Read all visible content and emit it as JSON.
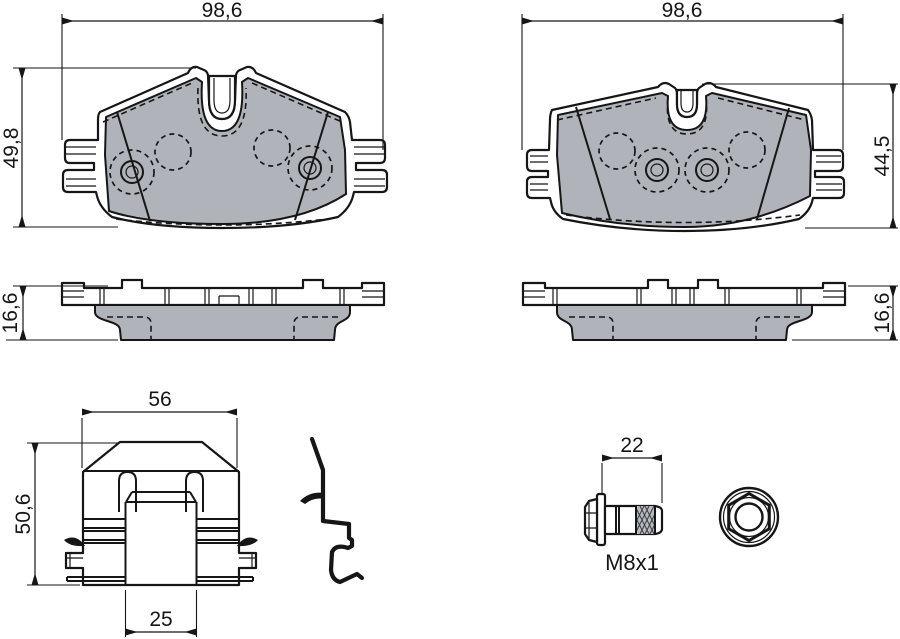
{
  "drawing": {
    "type": "brake-pad-set-technical-drawing",
    "colors": {
      "line": "#161616",
      "friction_material": "#b0b4ba",
      "background": "#ffffff"
    },
    "dims": {
      "outer_pad_width": "98,6",
      "outer_pad_height": "49,8",
      "inner_pad_width": "98,6",
      "inner_pad_height": "44,5",
      "outer_pad_thickness": "16,6",
      "inner_pad_thickness": "16,6",
      "clip_width": "56",
      "clip_height": "50,6",
      "clip_slot_width": "25",
      "bolt_thread_length": "22",
      "bolt_thread_spec": "M8x1"
    }
  }
}
